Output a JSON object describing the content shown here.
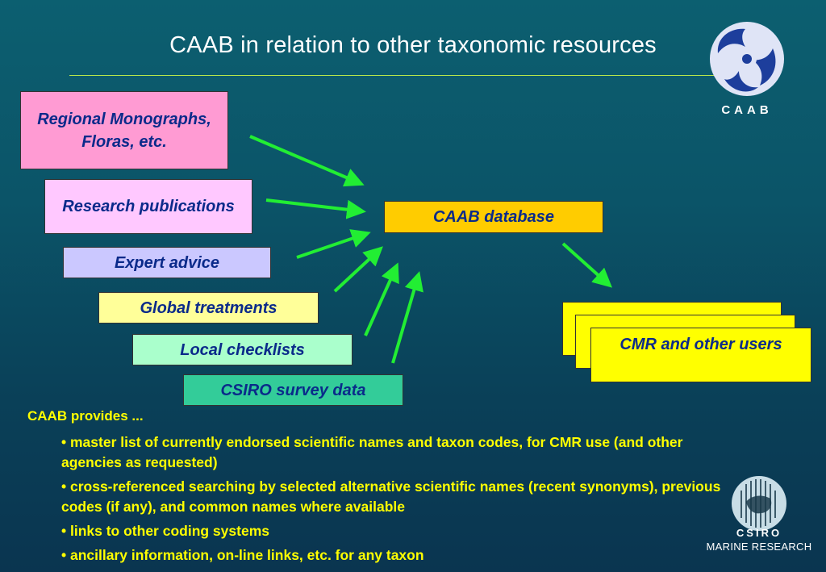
{
  "title": "CAAB in relation to other taxonomic resources",
  "sources": {
    "regional": "Regional Monographs, Floras, etc.",
    "research": "Research publications",
    "expert": "Expert advice",
    "global": "Global treatments",
    "local": "Local checklists",
    "csiro": "CSIRO survey data"
  },
  "database": "CAAB database",
  "users": "CMR and other users",
  "provides": {
    "heading": "CAAB provides ...",
    "items": [
      "• master list of currently endorsed scientific names and taxon codes, for CMR use (and other agencies as requested)",
      "• cross-referenced searching by selected alternative scientific names (recent synonyms), previous codes (if any), and common names where available",
      "• links to other coding systems",
      "• ancillary information, on-line links, etc. for any taxon"
    ]
  },
  "logos": {
    "caab": "CAAB",
    "csiro": "CSIRO",
    "csiro_sub": "MARINE RESEARCH"
  },
  "colors": {
    "arrow": "#22ee33",
    "bullet_text": "#ffff00",
    "box_text": "#0a2a8a"
  }
}
